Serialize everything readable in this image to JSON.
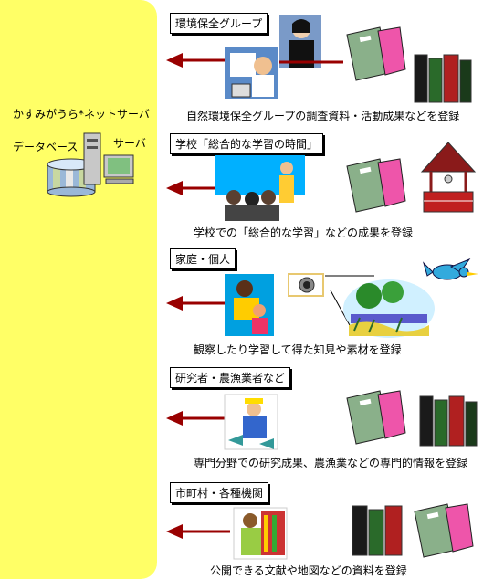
{
  "site": {
    "title": "かすみがうら*ネットサーバ",
    "db_label": "データベース",
    "server_label": "サーバ"
  },
  "sections": [
    {
      "label": "環境保全グループ",
      "caption": "自然環境保全グループの調査資料・活動成果などを登録"
    },
    {
      "label": "学校「総合的な学習の時間」",
      "caption": "学校での「総合的な学習」などの成果を登録"
    },
    {
      "label": "家庭・個人",
      "caption": "観察したり学習して得た知見や素材を登録"
    },
    {
      "label": "研究者・農漁業者など",
      "caption": "専門分野での研究成果、農漁業などの専門的情報を登録"
    },
    {
      "label": "市町村・各種機関",
      "caption": "公開できる文献や地図などの資料を登録"
    }
  ],
  "colors": {
    "panel": "#ffff66",
    "arrow": "#990000",
    "book_green": "#8ab08a",
    "book_pink": "#ee55aa",
    "book_red": "#b02020"
  }
}
